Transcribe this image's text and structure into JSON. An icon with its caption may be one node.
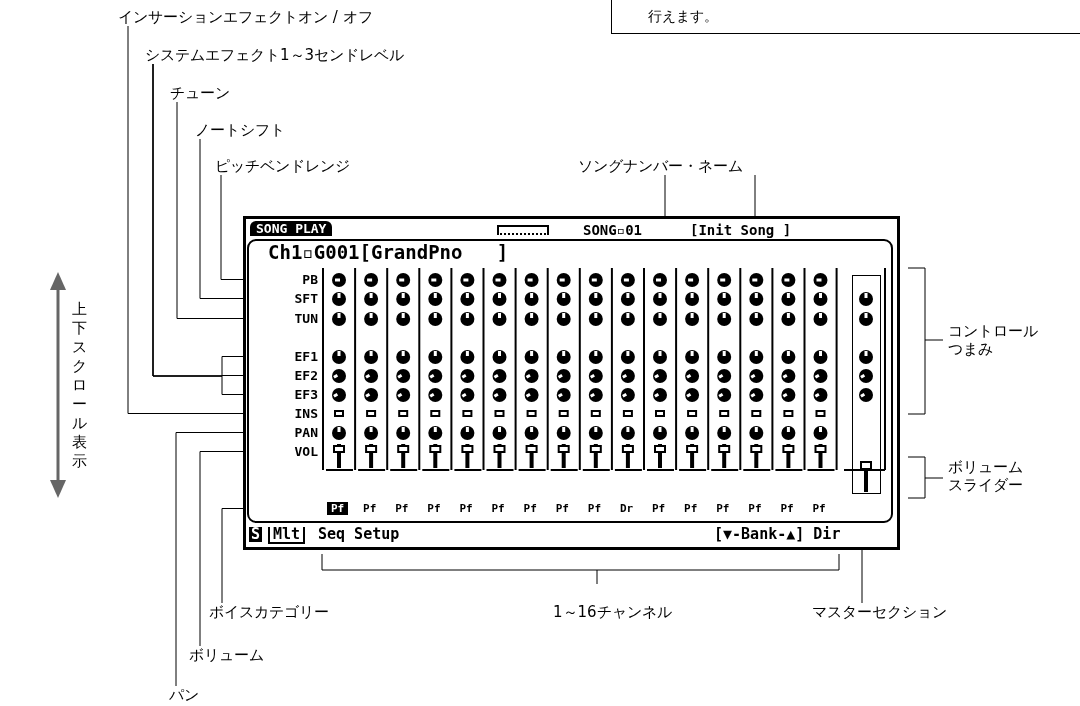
{
  "diagram": {
    "nodes": [
      {
        "text": [
          "行えます。"
        ]
      },
      {
        "text": [
          "インサーションエフェクトオン / オフ"
        ]
      },
      {
        "text": [
          "システムエフェクト1～3センドレベル"
        ]
      },
      {
        "text": [
          "チューン"
        ]
      },
      {
        "text": [
          "ノートシフト"
        ]
      },
      {
        "text": [
          "ピッチベンドレンジ"
        ]
      },
      {
        "text": [
          "ソングナンバー・ネーム"
        ]
      },
      {
        "text": [
          "SONG PLAY",
          "Ch1▫G001[GrandPno   ]",
          "S",
          "Mlt",
          "Seq Setup",
          "[▼-Bank-▲] Dir"
        ]
      },
      {
        "text": [
          "SONG▫01"
        ],
        "in": 7
      },
      {
        "text": [
          "[Init Song ]"
        ],
        "in": 7
      },
      {
        "text": [
          "PB"
        ],
        "in": 7
      },
      {
        "text": [
          "SFT"
        ],
        "in": 7
      },
      {
        "text": [
          "TUN"
        ],
        "in": 7
      },
      {
        "text": [
          "EF1"
        ],
        "in": 7
      },
      {
        "text": [
          "EF2"
        ],
        "in": 7
      },
      {
        "text": [
          "EF3"
        ],
        "in": 7
      },
      {
        "text": [
          "INS"
        ],
        "in": 7
      },
      {
        "text": [
          "PAN"
        ],
        "in": 7
      },
      {
        "text": [
          "VOL"
        ],
        "in": 7
      },
      {
        "text": [
          "Pf"
        ],
        "in": 7
      },
      {
        "text": [],
        "shape": "box",
        "in": 7
      },
      {
        "text": [
          "ボイスカテゴリー"
        ]
      },
      {
        "text": [
          "ボリューム"
        ]
      },
      {
        "text": [
          "パン"
        ]
      },
      {
        "text": [
          "マスターセクション"
        ]
      }
    ],
    "edges": [
      {
        "from": 1,
        "to": 16,
        "arrow": "none"
      },
      {
        "from": 2,
        "to": 13,
        "arrow": "none"
      },
      {
        "from": 2,
        "to": 14,
        "arrow": "none"
      },
      {
        "from": 2,
        "to": 15,
        "arrow": "none"
      },
      {
        "from": 3,
        "to": 12,
        "arrow": "none"
      },
      {
        "from": 4,
        "to": 11,
        "arrow": "none"
      },
      {
        "from": 5,
        "to": 10,
        "arrow": "none"
      },
      {
        "from": 6,
        "to": 8,
        "arrow": "none"
      },
      {
        "from": 6,
        "to": 9,
        "arrow": "none"
      },
      {
        "from": 21,
        "to": 19,
        "arrow": "none"
      },
      {
        "from": 22,
        "to": 18,
        "arrow": "none"
      },
      {
        "from": 23,
        "to": 17,
        "arrow": "none"
      },
      {
        "from": 24,
        "to": 20,
        "arrow": "none"
      }
    ],
    "labels": [
      "上下スクロール表示",
      "コントロールつまみ",
      "Pf",
      "Pf",
      "Pf",
      "Pf",
      "Pf",
      "Pf",
      "Pf",
      "Pf",
      "Dr",
      "Pf",
      "Pf",
      "Pf",
      "Pf",
      "Pf",
      "Pf",
      "ボリュームスライダー",
      "1～16チャンネル"
    ]
  }
}
